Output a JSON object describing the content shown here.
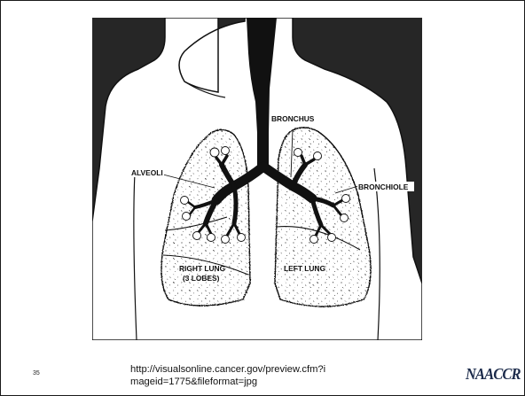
{
  "slide": {
    "number": "35",
    "source_url_line1": "http://visualsonline.cancer.gov/preview.cfm?i",
    "source_url_line2": "mageid=1775&fileformat=jpg",
    "logo_text": "NAACCR"
  },
  "diagram": {
    "labels": {
      "bronchus": "BRONCHUS",
      "alveoli": "ALVEOLI",
      "bronchiole": "BRONCHIOLE",
      "right_lung_line1": "RIGHT LUNG",
      "right_lung_line2": "(3 LOBES)",
      "left_lung": "LEFT LUNG"
    },
    "colors": {
      "background": "#262626",
      "body": "#ffffff",
      "airway": "#111111",
      "outline": "#111111"
    }
  }
}
